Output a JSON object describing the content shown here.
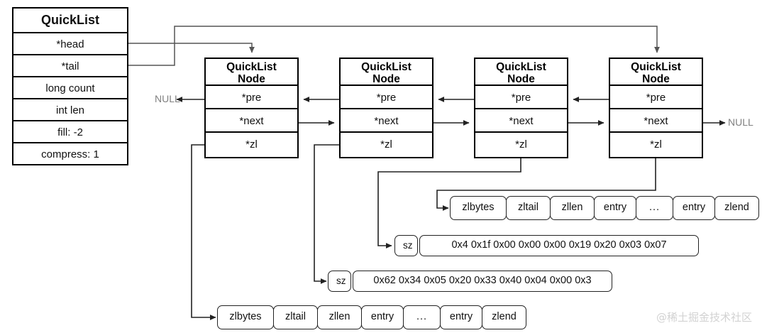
{
  "quicklist": {
    "title": "QuickList",
    "fields": [
      {
        "label": "*head"
      },
      {
        "label": "*tail"
      },
      {
        "label": "long count"
      },
      {
        "label": "int len"
      },
      {
        "label": "fill: -2"
      },
      {
        "label": "compress: 1"
      }
    ]
  },
  "nodes": [
    {
      "title_line1": "QuickList",
      "title_line2": "Node",
      "pre": "*pre",
      "next": "*next",
      "zl": "*zl"
    },
    {
      "title_line1": "QuickList",
      "title_line2": "Node",
      "pre": "*pre",
      "next": "*next",
      "zl": "*zl"
    },
    {
      "title_line1": "QuickList",
      "title_line2": "Node",
      "pre": "*pre",
      "next": "*next",
      "zl": "*zl"
    },
    {
      "title_line1": "QuickList",
      "title_line2": "Node",
      "pre": "*pre",
      "next": "*next",
      "zl": "*zl"
    }
  ],
  "null_labels": {
    "left": "NULL",
    "right": "NULL"
  },
  "ziplists": [
    {
      "cells": [
        "zlbytes",
        "zltail",
        "zllen",
        "entry",
        "...",
        "entry",
        "zlend"
      ]
    },
    {
      "cells": [
        "zlbytes",
        "zltail",
        "zllen",
        "entry",
        "...",
        "entry",
        "zlend"
      ]
    }
  ],
  "compressed": [
    {
      "sz_label": "sz",
      "bytes": "0x4 0x1f 0x00 0x00 0x00 0x19 0x20 0x03 0x07"
    },
    {
      "sz_label": "sz",
      "bytes": "0x62 0x34 0x05 0x20 0x33 0x40 0x04 0x00 0x3"
    }
  ],
  "watermark": "@稀土掘金技术社区",
  "colors": {
    "stroke": "#000000",
    "wire": "#444444",
    "null_text": "#808080",
    "watermark": "#d2d2d2",
    "background": "#ffffff"
  }
}
